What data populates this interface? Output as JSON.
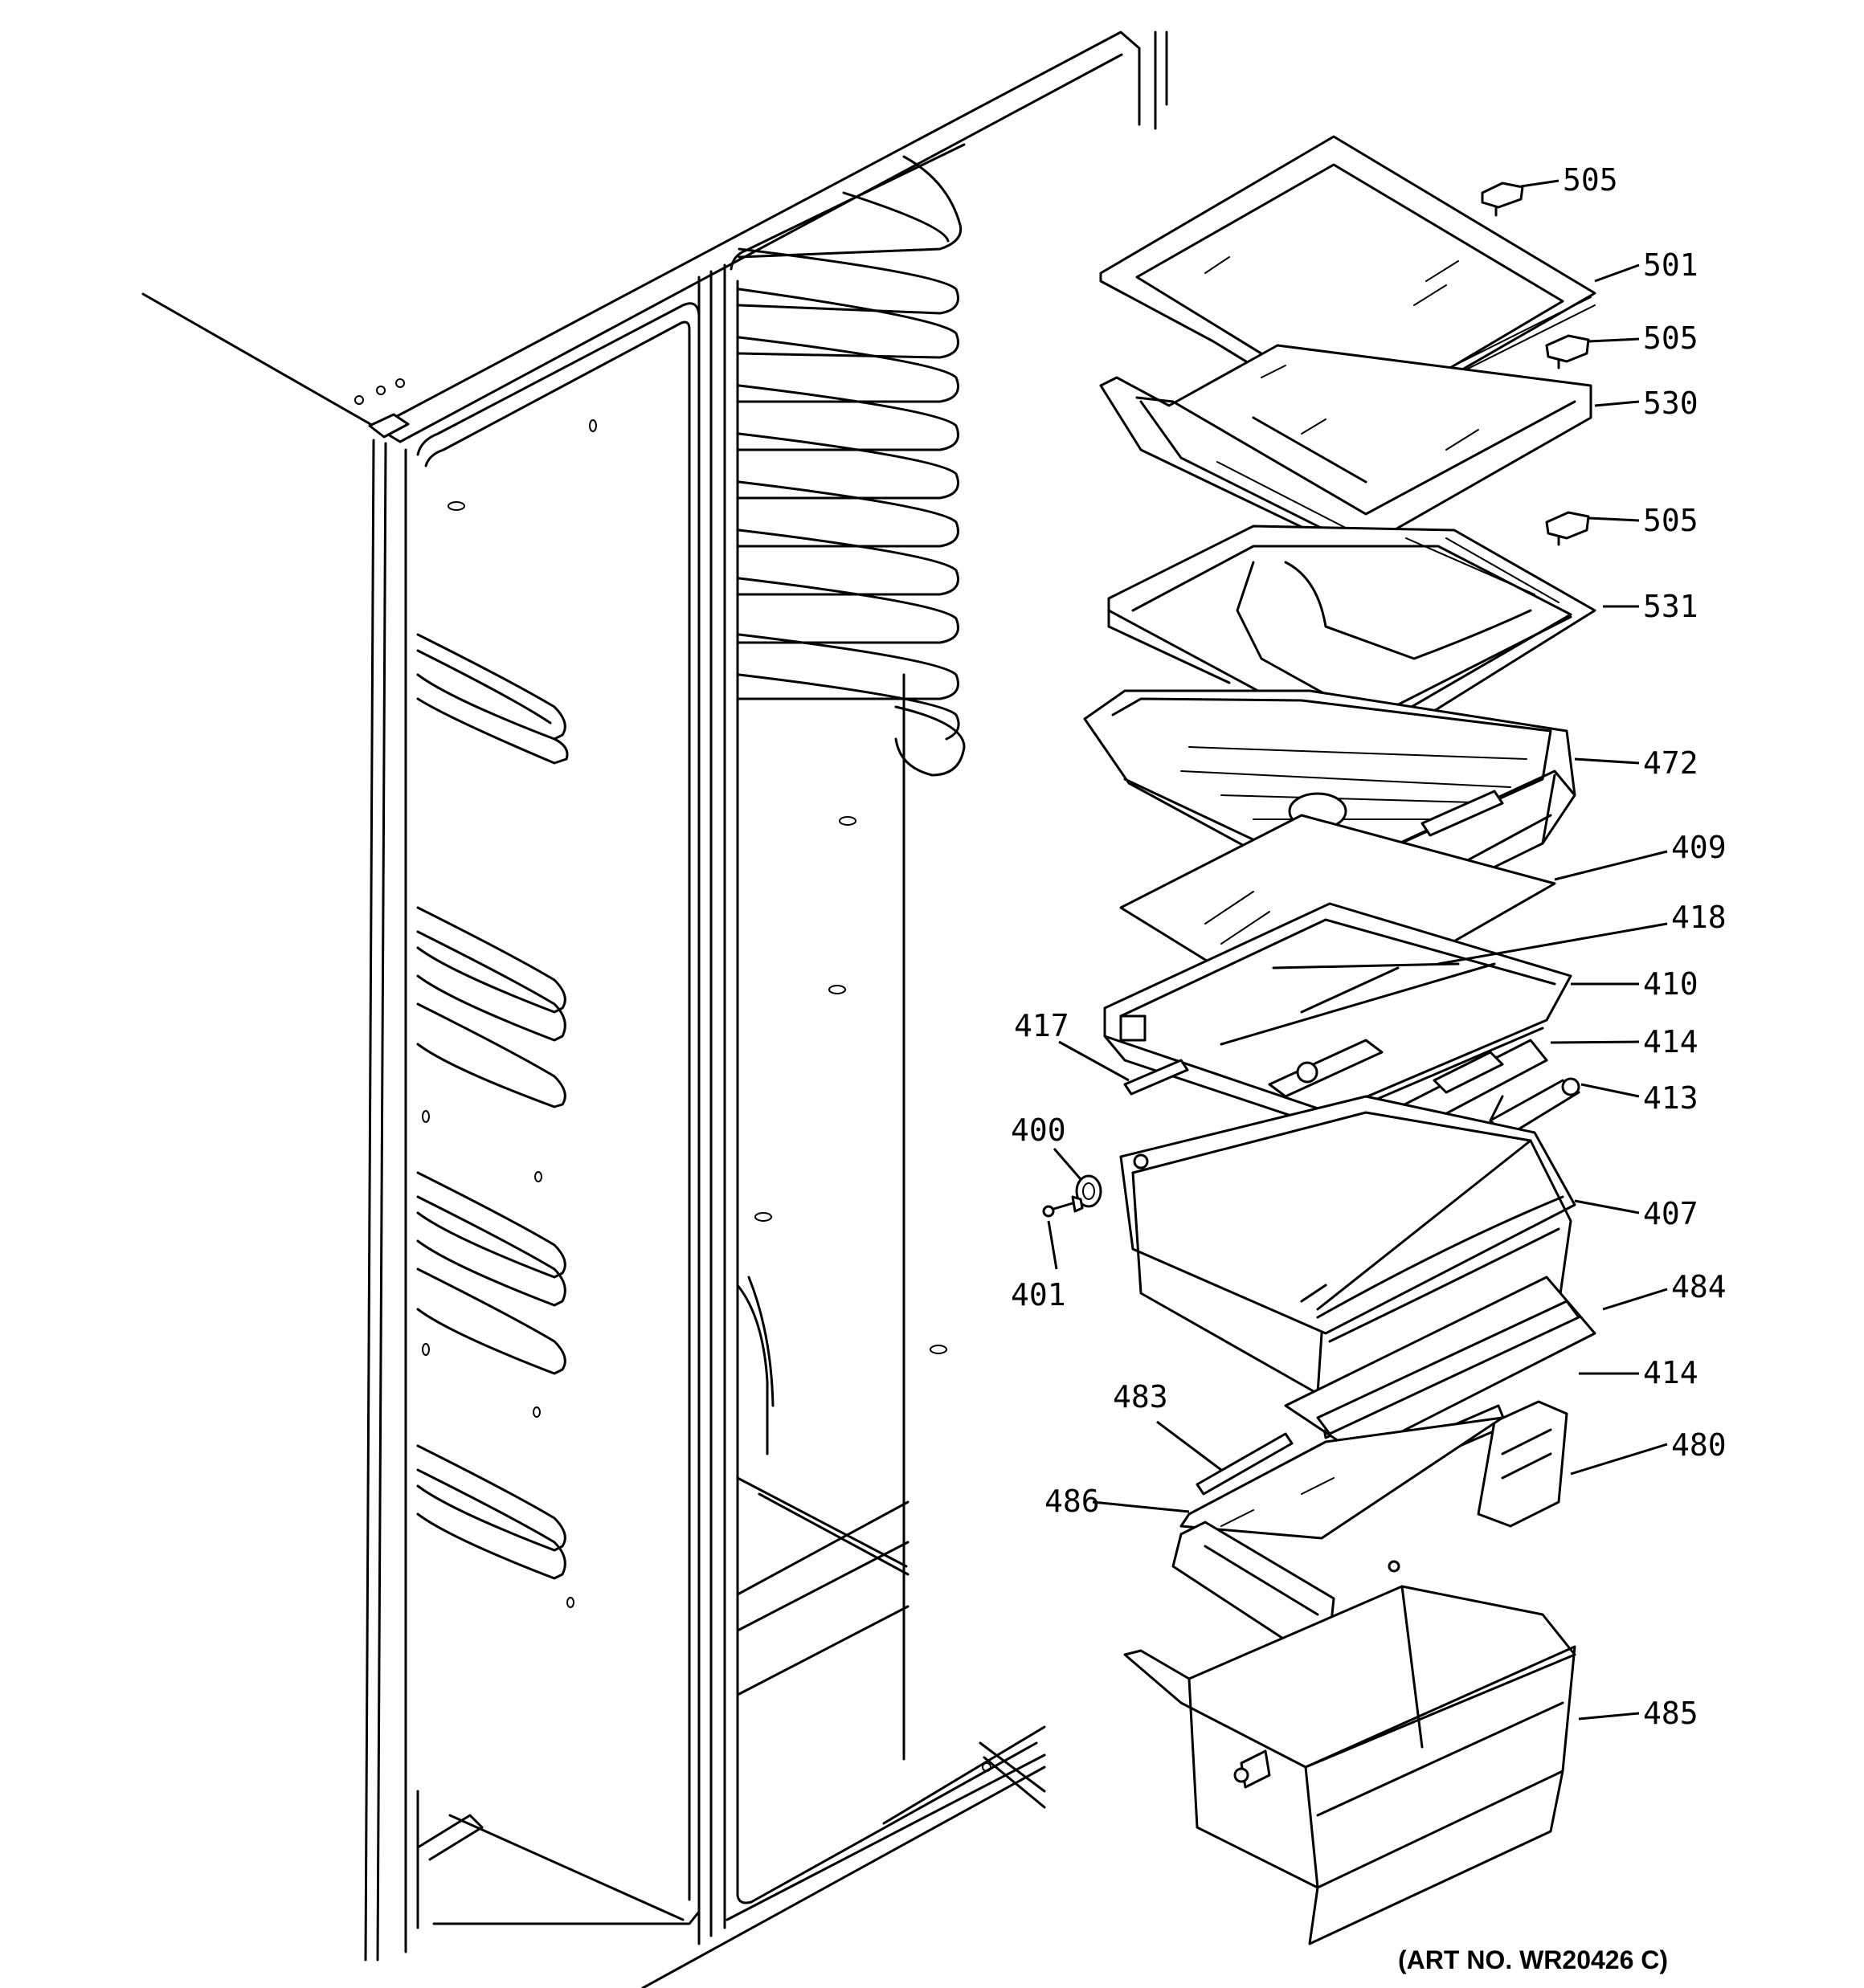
{
  "art_number": "(ART NO. WR20426 C)",
  "callouts": [
    {
      "id": "505a",
      "label": "505"
    },
    {
      "id": "501",
      "label": "501"
    },
    {
      "id": "505b",
      "label": "505"
    },
    {
      "id": "530",
      "label": "530"
    },
    {
      "id": "505c",
      "label": "505"
    },
    {
      "id": "531",
      "label": "531"
    },
    {
      "id": "472",
      "label": "472"
    },
    {
      "id": "409",
      "label": "409"
    },
    {
      "id": "418",
      "label": "418"
    },
    {
      "id": "410",
      "label": "410"
    },
    {
      "id": "417",
      "label": "417"
    },
    {
      "id": "414a",
      "label": "414"
    },
    {
      "id": "413",
      "label": "413"
    },
    {
      "id": "400",
      "label": "400"
    },
    {
      "id": "401",
      "label": "401"
    },
    {
      "id": "407",
      "label": "407"
    },
    {
      "id": "484",
      "label": "484"
    },
    {
      "id": "414b",
      "label": "414"
    },
    {
      "id": "483",
      "label": "483"
    },
    {
      "id": "480",
      "label": "480"
    },
    {
      "id": "486",
      "label": "486"
    },
    {
      "id": "485",
      "label": "485"
    }
  ]
}
